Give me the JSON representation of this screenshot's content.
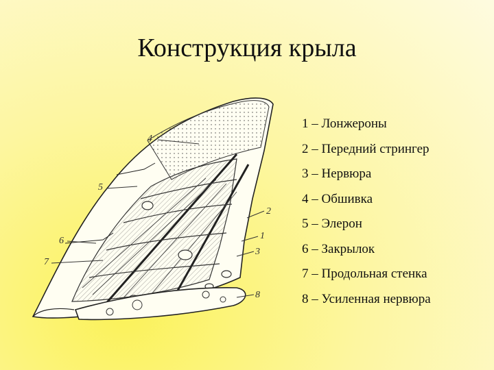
{
  "slide": {
    "title": "Конструкция крыла"
  },
  "legend": [
    {
      "text": "1 – Лонжероны"
    },
    {
      "text": "2 – Передний стрингер"
    },
    {
      "text": "3 – Нервюра"
    },
    {
      "text": "4 – Обшивка"
    },
    {
      "text": "5 – Элерон"
    },
    {
      "text": "6 – Закрылок"
    },
    {
      "text": "7 – Продольная стенка"
    },
    {
      "text": "8 – Усиленная нервюра"
    }
  ],
  "diagram": {
    "callouts": [
      "4",
      "5",
      "6",
      "7",
      "2",
      "1",
      "3",
      "8"
    ]
  },
  "colors": {
    "background_center": "#fbf25a",
    "background_edge": "#fefbe0",
    "text": "#111111",
    "line_art": "#222222"
  }
}
